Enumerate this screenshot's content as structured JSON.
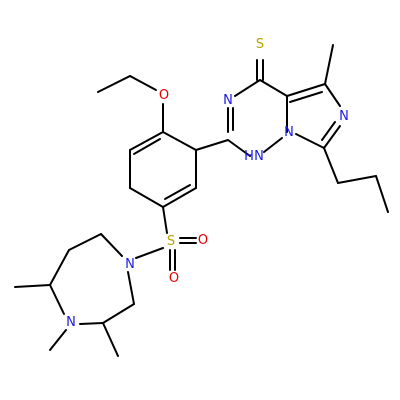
{
  "molecule": {
    "atom_labels": {
      "thione_s": "S",
      "n_triazine_upper": "N",
      "n_bridge": "N",
      "nh_triazine": "N",
      "h_on_n": "H",
      "n_imidazole": "N",
      "o_ether": "O",
      "s_sulfonyl": "S",
      "o_sulfonyl_right": "O",
      "o_sulfonyl_down": "O",
      "n_ring_amine": "N",
      "n_methyl_amine": "N"
    },
    "colors": {
      "bond": "#000000",
      "nitrogen": "#1a1ae6",
      "oxygen": "#e60000",
      "sulfur": "#b3a300"
    }
  }
}
